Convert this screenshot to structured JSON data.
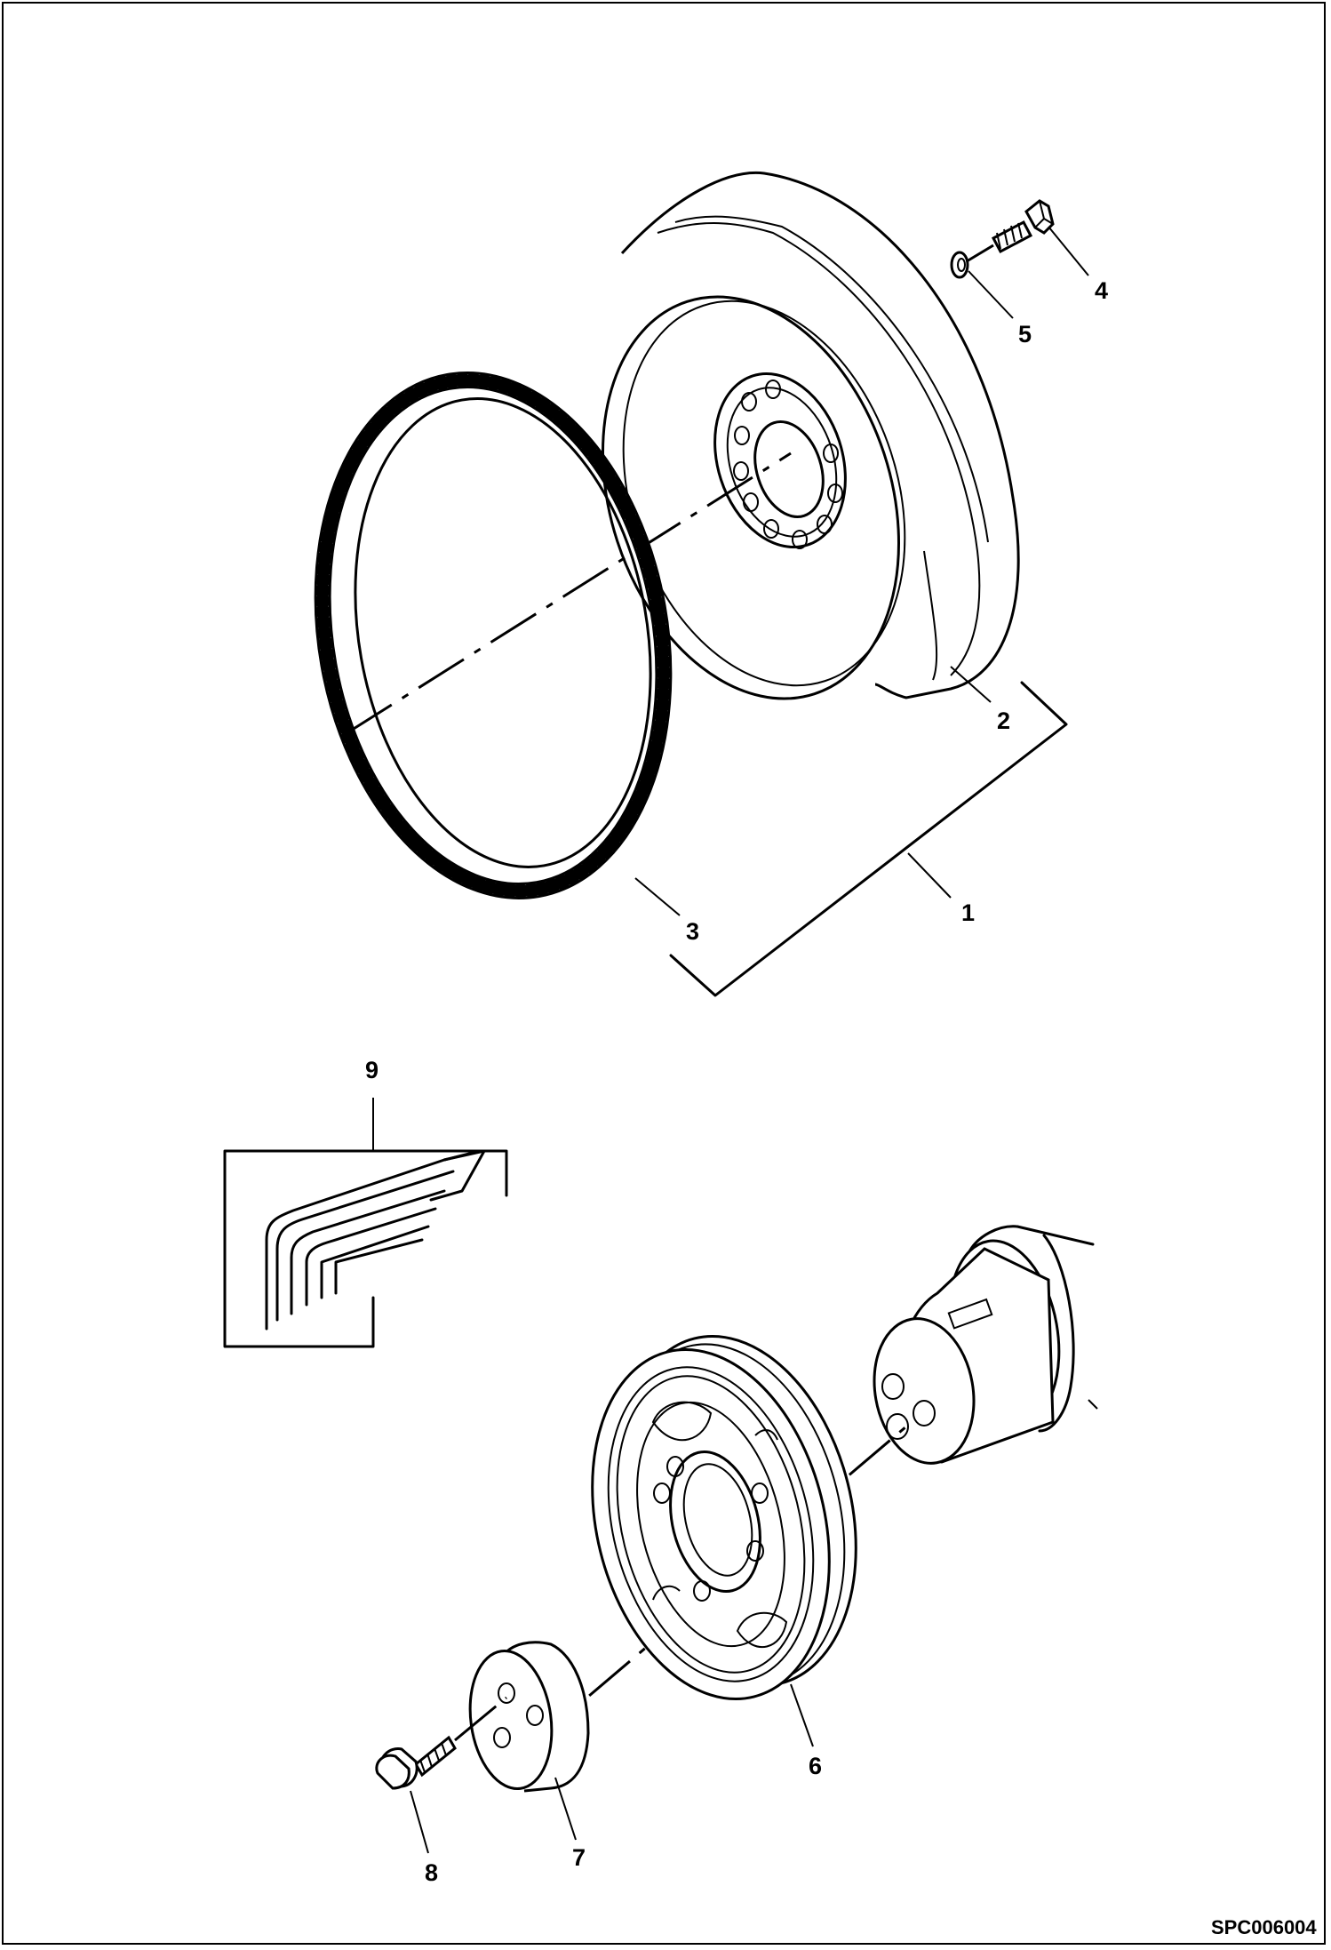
{
  "labels": {
    "item_1": "1",
    "item_2": "2",
    "item_3": "3",
    "item_4": "4",
    "item_5": "5",
    "item_6": "6",
    "item_7": "7",
    "item_8": "8",
    "item_9": "9"
  },
  "drawing_id": "SPC006004",
  "colors": {
    "line": "#000000",
    "background": "#ffffff"
  }
}
